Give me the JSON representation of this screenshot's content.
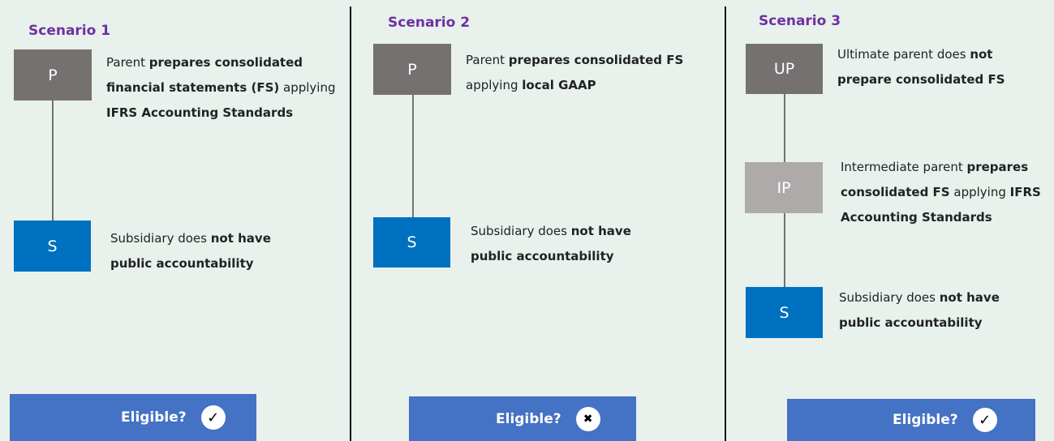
{
  "colors": {
    "background": "#e8f1ec",
    "title": "#7030a0",
    "parent_box": "#767171",
    "intermediate_box": "#aeaaaa",
    "subsidiary_box": "#0070c0",
    "eligible_bar": "#4472c4"
  },
  "scenario1": {
    "title": "Scenario 1",
    "parent_box": "P",
    "parent_desc": [
      "Parent ",
      "prepares consolidated financial statements (FS)",
      " applying ",
      "IFRS Accounting Standards"
    ],
    "sub_box": "S",
    "sub_desc": [
      "Subsidiary does ",
      "not have public accountability"
    ],
    "eligible_label": "Eligible?",
    "eligible_mark": "✓",
    "eligible_icon": "check-icon"
  },
  "scenario2": {
    "title": "Scenario 2",
    "parent_box": "P",
    "parent_desc": [
      "Parent ",
      "prepares consolidated FS",
      " applying ",
      "local GAAP"
    ],
    "sub_box": "S",
    "sub_desc": [
      "Subsidiary does ",
      "not have public accountability"
    ],
    "eligible_label": "Eligible?",
    "eligible_mark": "✖",
    "eligible_icon": "cross-icon"
  },
  "scenario3": {
    "title": "Scenario 3",
    "ultimate_box": "UP",
    "ultimate_desc": [
      "Ultimate parent does ",
      "not prepare consolidated FS"
    ],
    "intermediate_box": "IP",
    "intermediate_desc": [
      "Intermediate parent ",
      "prepares consolidated FS",
      " applying ",
      "IFRS Accounting Standards"
    ],
    "sub_box": "S",
    "sub_desc": [
      "Subsidiary does ",
      "not have public accountability"
    ],
    "eligible_label": "Eligible?",
    "eligible_mark": "✓",
    "eligible_icon": "check-icon"
  }
}
